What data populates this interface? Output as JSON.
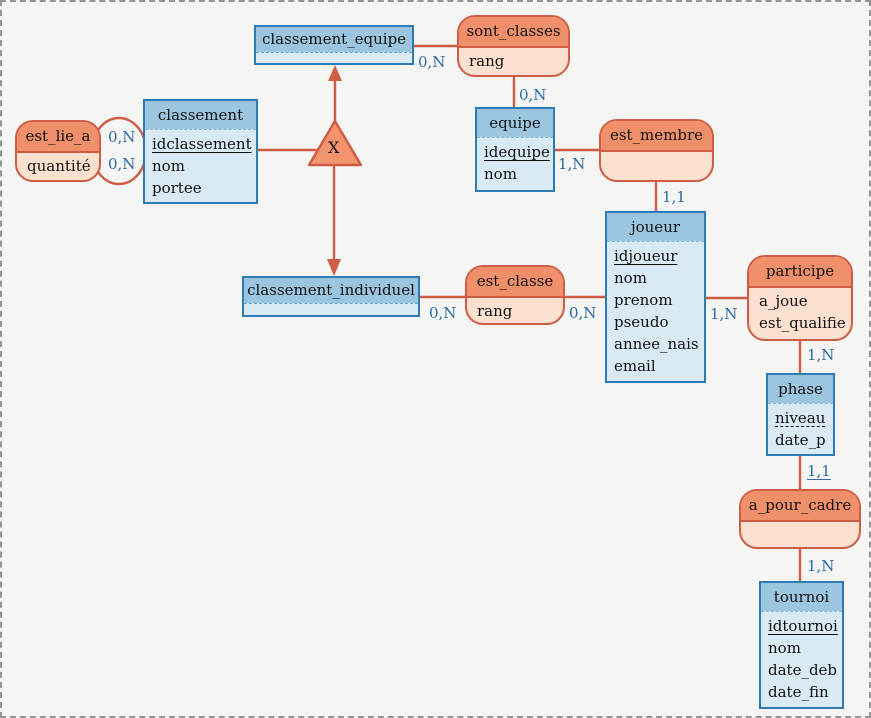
{
  "diagram_type": "merise-entity-relationship",
  "colors": {
    "entity_header": "#9cc6e0",
    "entity_body": "#d9eaf5",
    "entity_border": "#2e7ab4",
    "association_header": "#f0906b",
    "association_body": "#fce1d0",
    "association_border": "#cf5c44",
    "connection_line": "#cf5c44",
    "cardinality_text": "#2b6aa6",
    "page_background": "#f5f5f3"
  },
  "entities": [
    {
      "name": "classement",
      "attrs": [
        "idclassement",
        "nom",
        "portee"
      ]
    },
    {
      "name": "classement_equipe",
      "attrs": []
    },
    {
      "name": "equipe",
      "attrs": [
        "idequipe",
        "nom"
      ]
    },
    {
      "name": "joueur",
      "attrs": [
        "idjoueur",
        "nom",
        "prenom",
        "pseudo",
        "annee_nais",
        "email"
      ]
    },
    {
      "name": "phase",
      "attrs": [
        "niveau",
        "date_p"
      ]
    },
    {
      "name": "tournoi",
      "attrs": [
        "idtournoi",
        "nom",
        "date_deb",
        "date_fin"
      ]
    },
    {
      "name": "classement_individuel",
      "attrs": []
    }
  ],
  "associations": [
    {
      "name": "est_lie_a",
      "attrs": [
        "quantité"
      ]
    },
    {
      "name": "sont_classes",
      "attrs": [
        "rang"
      ]
    },
    {
      "name": "est_membre",
      "attrs": []
    },
    {
      "name": "participe",
      "attrs": [
        "a_joue",
        "est_qualifie"
      ]
    },
    {
      "name": "est_classe",
      "attrs": [
        "rang"
      ]
    },
    {
      "name": "a_pour_cadre",
      "attrs": []
    }
  ],
  "connections": [
    {
      "from": "est_lie_a",
      "to": "classement",
      "card": "0,N"
    },
    {
      "from": "est_lie_a",
      "to": "classement",
      "card": "0,N"
    },
    {
      "from": "classement_equipe",
      "to": "sont_classes",
      "card": "0,N"
    },
    {
      "from": "sont_classes",
      "to": "equipe",
      "card": "0,N"
    },
    {
      "from": "equipe",
      "to": "est_membre",
      "card": "1,N"
    },
    {
      "from": "est_membre",
      "to": "joueur",
      "card": "1,1"
    },
    {
      "from": "joueur",
      "to": "participe",
      "card": "1,N"
    },
    {
      "from": "participe",
      "to": "phase",
      "card": "1,N"
    },
    {
      "from": "phase",
      "to": "a_pour_cadre",
      "card": "1,1"
    },
    {
      "from": "a_pour_cadre",
      "to": "tournoi",
      "card": "1,N"
    },
    {
      "from": "classement_individuel",
      "to": "est_classe",
      "card": "0,N"
    },
    {
      "from": "est_classe",
      "to": "joueur",
      "card": "0,N"
    }
  ],
  "inheritance": {
    "symbol": "X",
    "parent": "classement",
    "children": [
      "classement_equipe",
      "classement_individuel"
    ]
  }
}
